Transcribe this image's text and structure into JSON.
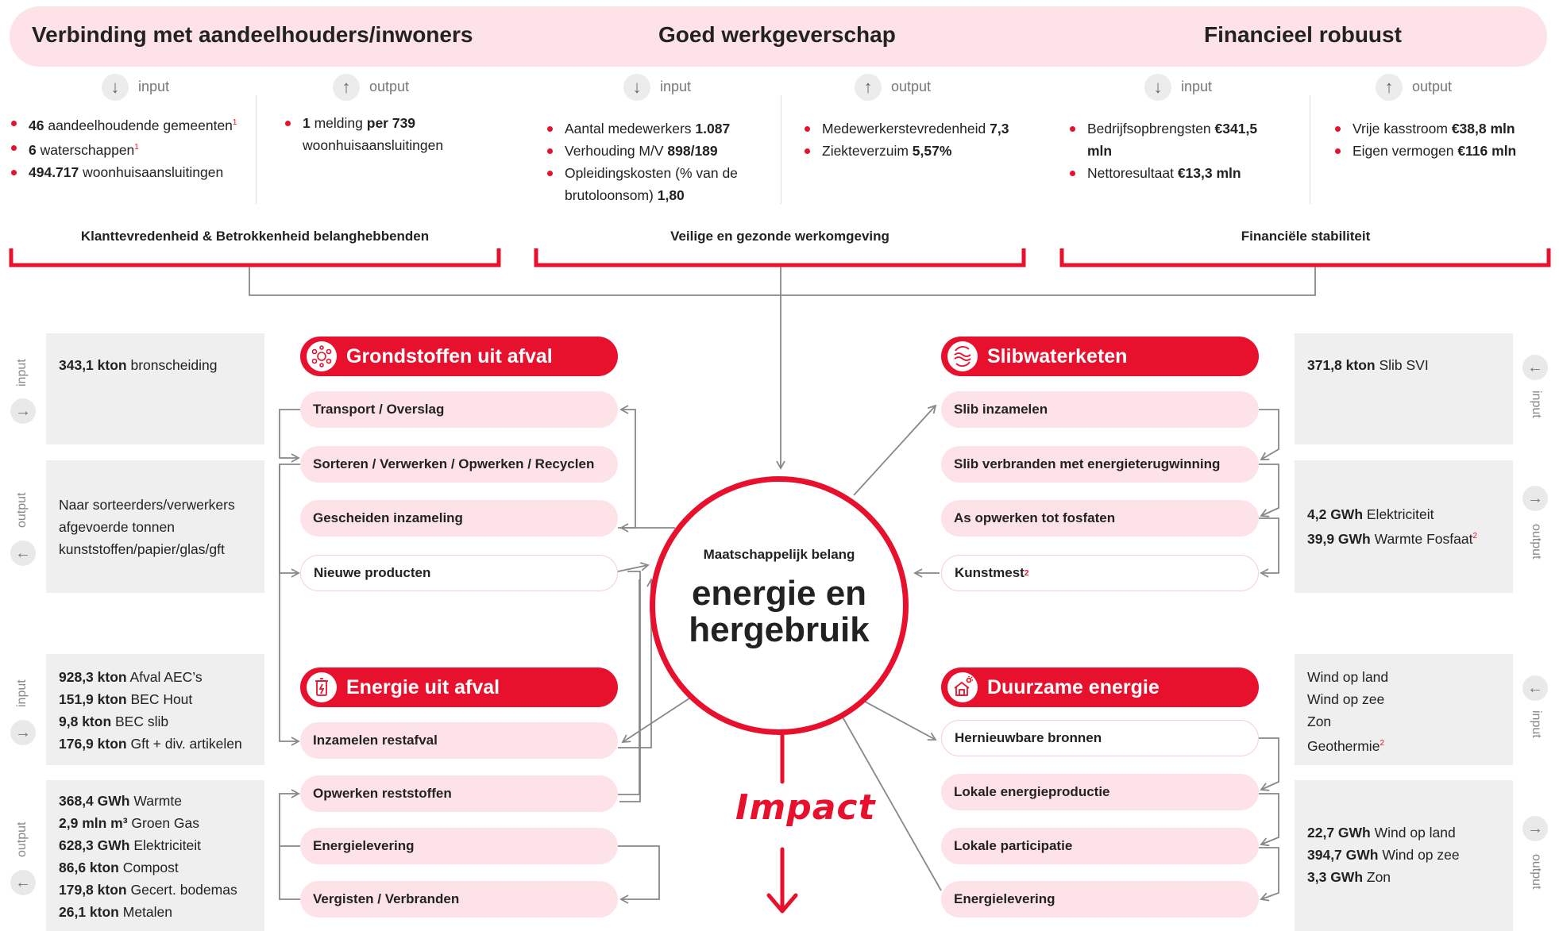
{
  "pillars": {
    "p1": "Verbinding met aandeelhouders/inwoners",
    "p2": "Goed werkgeverschap",
    "p3": "Financieel robuust"
  },
  "io": {
    "input": "input",
    "output": "output"
  },
  "col1_input": [
    {
      "b": "46",
      "t": " aandeelhoudende gemeenten",
      "sup": "1"
    },
    {
      "b": "6",
      "t": " waterschappen",
      "sup": "1"
    },
    {
      "b": "494.717",
      "t": " woonhuisaansluitingen",
      "sup": ""
    }
  ],
  "col1_output": [
    {
      "b": "1",
      "t": " melding ",
      "b2": "per 739",
      "t2": " woonhuisaansluitingen"
    }
  ],
  "col2_input": [
    {
      "t": "Aantal medewerkers ",
      "b": "1.087"
    },
    {
      "t": "Verhouding M/V ",
      "b": "898/189"
    },
    {
      "t": "Opleidingskosten (% van de brutoloonsom) ",
      "b": "1,80"
    }
  ],
  "col2_output": [
    {
      "t": "Medewerkerstevredenheid ",
      "b": "7,3"
    },
    {
      "t": "Ziekteverzuim ",
      "b": "5,57%"
    }
  ],
  "col3_input": [
    {
      "t": "Bedrijfsopbrengsten ",
      "b": "€341,5 mln"
    },
    {
      "t": "Nettoresultaat ",
      "b": "€13,3 mln"
    }
  ],
  "col3_output": [
    {
      "t": "Vrije kasstroom ",
      "b": "€38,8 mln"
    },
    {
      "t": "Eigen vermogen ",
      "b": "€116 mln"
    }
  ],
  "brackets": {
    "b1": "Klanttevredenheid & Betrokkenheid belanghebbenden",
    "b2": "Veilige en gezonde werkomgeving",
    "b3": "Financiële stabiliteit"
  },
  "sections": {
    "grondstoffen": {
      "title": "Grondstoffen uit afval",
      "steps": [
        "Transport / Overslag",
        "Sorteren / Verwerken / Opwerken / Recyclen",
        "Gescheiden inzameling",
        "Nieuwe producten"
      ]
    },
    "energie": {
      "title": "Energie uit afval",
      "steps": [
        "Inzamelen restafval",
        "Opwerken reststoffen",
        "Energielevering",
        "Vergisten / Verbranden"
      ]
    },
    "slib": {
      "title": "Slibwaterketen",
      "steps": [
        "Slib inzamelen",
        "Slib verbranden met energieterugwinning",
        "As opwerken tot fosfaten",
        "Kunstmest"
      ],
      "step4_sup": "2"
    },
    "duurzaam": {
      "title": "Duurzame energie",
      "steps": [
        "Hernieuwbare bronnen",
        "Lokale energieproductie",
        "Lokale participatie",
        "Energielevering"
      ]
    }
  },
  "left_boxes": {
    "g_input": [
      {
        "b": "343,1 kton",
        "t": " bronscheiding"
      }
    ],
    "g_output": [
      "Naar sorteerders/verwerkers",
      "afgevoerde tonnen",
      "kunststoffen/papier/glas/gft"
    ],
    "e_input": [
      {
        "b": "928,3 kton",
        "t": " Afval AEC’s"
      },
      {
        "b": "151,9 kton",
        "t": " BEC Hout"
      },
      {
        "b": "9,8 kton",
        "t": " BEC slib"
      },
      {
        "b": "176,9 kton",
        "t": " Gft + div. artikelen"
      }
    ],
    "e_output": [
      {
        "b": "368,4 GWh",
        "t": " Warmte"
      },
      {
        "b": "2,9 mln m³",
        "t": " Groen Gas"
      },
      {
        "b": "628,3 GWh",
        "t": " Elektriciteit"
      },
      {
        "b": "86,6 kton",
        "t": " Compost"
      },
      {
        "b": "179,8 kton",
        "t": " Gecert. bodemas"
      },
      {
        "b": "26,1 kton",
        "t": " Metalen"
      }
    ]
  },
  "right_boxes": {
    "s_input": [
      {
        "b": "371,8 kton",
        "t": " Slib SVI"
      }
    ],
    "s_output": [
      {
        "b": "4,2 GWh",
        "t": " Elektriciteit",
        "sup": ""
      },
      {
        "b": "39,9 GWh",
        "t": " Warmte Fosfaat",
        "sup": "2"
      }
    ],
    "d_input": [
      "Wind op land",
      "Wind op zee",
      "Zon",
      "Geothermie"
    ],
    "d_input_sup": "2",
    "d_output": [
      {
        "b": "22,7 GWh",
        "t": " Wind op land"
      },
      {
        "b": "394,7 GWh",
        "t": " Wind op zee"
      },
      {
        "b": "3,3 GWh",
        "t": " Zon"
      }
    ]
  },
  "center": {
    "small": "Maatschappelijk belang",
    "big1": "energie en",
    "big2": "hergebruik",
    "impact": "Impact"
  },
  "icons": {
    "down": "arrow-down-icon",
    "up": "arrow-up-icon",
    "right": "arrow-right-icon",
    "left": "arrow-left-icon"
  },
  "colors": {
    "accent": "#e8112d",
    "pink": "#fde3e7",
    "grey": "#efefef"
  }
}
